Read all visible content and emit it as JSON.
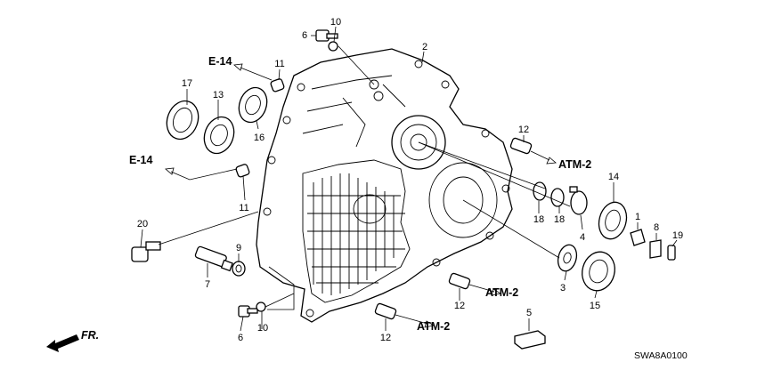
{
  "diagram": {
    "code": "SWA8A0100",
    "front_label": "FR.",
    "labels": {
      "p1": "1",
      "p2": "2",
      "p3": "3",
      "p4": "4",
      "p5": "5",
      "p6a": "6",
      "p6b": "6",
      "p7": "7",
      "p8": "8",
      "p9": "9",
      "p10a": "10",
      "p10b": "10",
      "p11a": "11",
      "p11b": "11",
      "p12a": "12",
      "p12b": "12",
      "p12c": "12",
      "p13": "13",
      "p14": "14",
      "p15": "15",
      "p16": "16",
      "p17": "17",
      "p18a": "18",
      "p18b": "18",
      "p19": "19",
      "p20": "20"
    },
    "refs": {
      "e14_top": "E-14",
      "e14_left": "E-14",
      "atm2_a": "ATM-2",
      "atm2_b": "ATM-2",
      "atm2_c": "ATM-2"
    }
  }
}
